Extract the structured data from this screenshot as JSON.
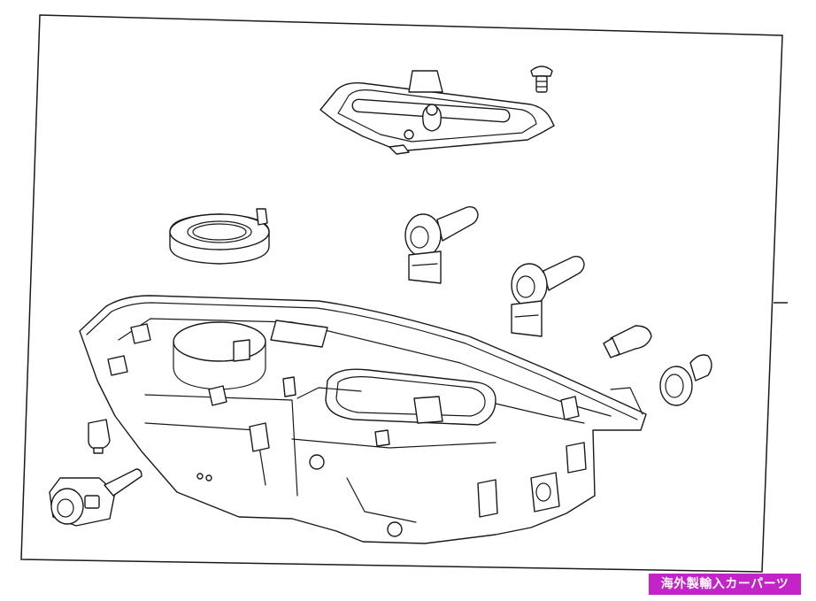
{
  "badge": {
    "text": "海外製輸入カーパーツ",
    "color": "#c224c8"
  },
  "parts": [
    "mount-bracket",
    "screw",
    "seal-ring",
    "bulb-socket-upper",
    "bulb-socket-middle",
    "wedge-bulb",
    "socket-with-bulb",
    "small-bulb",
    "connector-socket",
    "headlamp-housing"
  ]
}
